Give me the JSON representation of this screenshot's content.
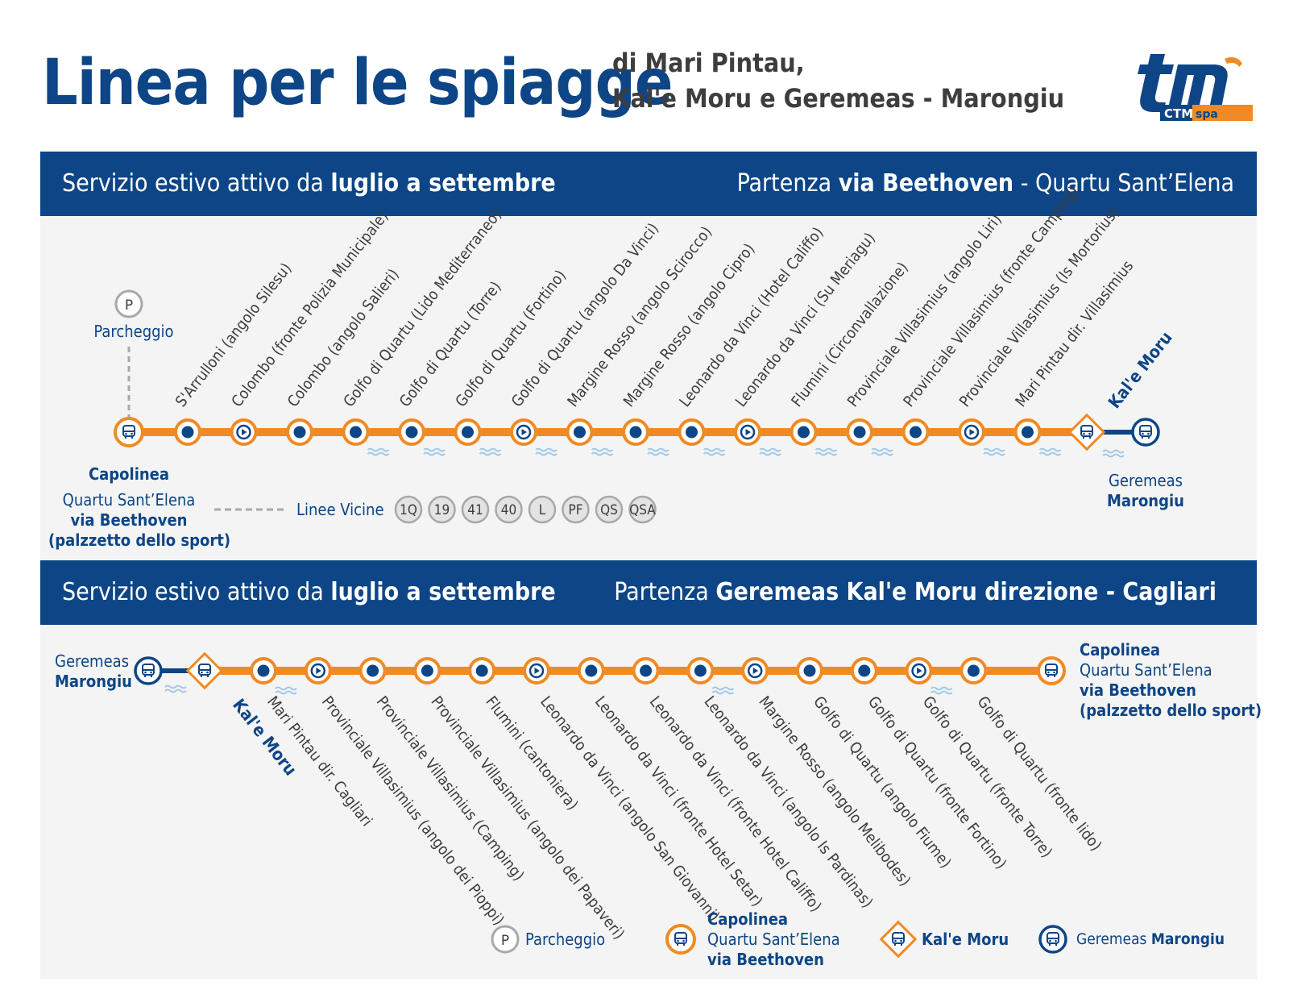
{
  "header": {
    "title": "Linea per le spiagge",
    "subtitle_line1": "di Mari Pintau,",
    "subtitle_line2": "Kal'e Moru e Geremeas - Marongiu",
    "logo": {
      "mark": "tm",
      "brand": "CTM",
      "suffix": "spa"
    }
  },
  "section1": {
    "band_left_prefix": "Servizio estivo attivo da ",
    "band_left_bold": "luglio a settembre",
    "band_right_prefix": "Partenza ",
    "band_right_bold": "via Beethoven",
    "band_right_suffix": " - Quartu Sant’Elena",
    "parking_letter": "P",
    "parking_label": "Parcheggio",
    "start_title": "Capolinea",
    "start_line1": "Quartu Sant’Elena",
    "start_line2": "via Beethoven",
    "start_line3": "(palzzetto dello sport)",
    "end_line1": "Geremeas",
    "end_line2": "Marongiu",
    "kal_label": "Kal'e Moru",
    "nearby_label": "Linee Vicine",
    "nearby_lines": [
      "1Q",
      "19",
      "41",
      "40",
      "L",
      "PF",
      "QS",
      "QSA"
    ],
    "stops": [
      {
        "name": "S'Arrulloni (angolo Silesu)",
        "type": "dot",
        "wave": false
      },
      {
        "name": "Colombo (fronte Polizia Municipale)",
        "type": "play",
        "wave": false
      },
      {
        "name": "Colombo (angolo Salieri)",
        "type": "dot",
        "wave": false
      },
      {
        "name": "Golfo di Quartu (Lido Mediterraneo)",
        "type": "dot",
        "wave": true
      },
      {
        "name": "Golfo di Quartu (Torre)",
        "type": "dot",
        "wave": true
      },
      {
        "name": "Golfo di Quartu (Fortino)",
        "type": "dot",
        "wave": true
      },
      {
        "name": "Golfo di Quartu (angolo Da Vinci)",
        "type": "play",
        "wave": true
      },
      {
        "name": "Margine Rosso (angolo Scirocco)",
        "type": "dot",
        "wave": true
      },
      {
        "name": "Margine Rosso (angolo Cipro)",
        "type": "dot",
        "wave": true
      },
      {
        "name": "Leonardo da Vinci (Hotel Califfo)",
        "type": "dot",
        "wave": true
      },
      {
        "name": "Leonardo da Vinci (Su Meriagu)",
        "type": "play",
        "wave": true
      },
      {
        "name": "Flumini (Circonvallazione)",
        "type": "dot",
        "wave": true
      },
      {
        "name": "Provinciale Villasimius (angolo Liri)",
        "type": "dot",
        "wave": true
      },
      {
        "name": "Provinciale Villasimius (fronte Camping)",
        "type": "dot",
        "wave": false
      },
      {
        "name": "Provinciale Villasimius (Is Mortorius)",
        "type": "play",
        "wave": true
      },
      {
        "name": "Mari Pintau dir. Villasimius",
        "type": "dot",
        "wave": true
      }
    ]
  },
  "section2": {
    "band_left_prefix": "Servizio estivo attivo da ",
    "band_left_bold": "luglio a settembre",
    "band_right_prefix": "Partenza ",
    "band_right_bold": "Geremeas Kal'e Moru direzione - Cagliari",
    "start_line1": "Geremeas",
    "start_line2": "Marongiu",
    "kal_label": "Kal'e Moru",
    "end_title": "Capolinea",
    "end_line1": "Quartu Sant’Elena",
    "end_line2": "via Beethoven",
    "end_line3": "(palzzetto dello sport)",
    "stops": [
      {
        "name": "Mari Pintau dir. Cagliari",
        "type": "dot",
        "wave": true
      },
      {
        "name": "Provinciale Villasimius (angolo dei Pioppi)",
        "type": "play",
        "wave": false
      },
      {
        "name": "Provinciale Villasimius (Camping)",
        "type": "dot",
        "wave": false
      },
      {
        "name": "Provinciale Villasimius (angolo dei Papaveri)",
        "type": "dot",
        "wave": false
      },
      {
        "name": "Flumini (cantoniera)",
        "type": "dot",
        "wave": false
      },
      {
        "name": "Leonardo da Vinci (angolo San Giovanni)",
        "type": "play",
        "wave": false
      },
      {
        "name": "Leonardo da Vinci (fronte Hotel Setar)",
        "type": "dot",
        "wave": false
      },
      {
        "name": "Leonardo da Vinci (fronte Hotel Califfo)",
        "type": "dot",
        "wave": false
      },
      {
        "name": "Leonardo da Vinci (angolo Is Pardinas)",
        "type": "dot",
        "wave": true
      },
      {
        "name": "Margine Rosso (angolo Melibodes)",
        "type": "play",
        "wave": false
      },
      {
        "name": "Golfo di Quartu (angolo Fiume)",
        "type": "dot",
        "wave": false
      },
      {
        "name": "Golfo di Quartu (fronte Fortino)",
        "type": "dot",
        "wave": false
      },
      {
        "name": "Golfo di Quartu (fronte Torre)",
        "type": "play",
        "wave": true
      },
      {
        "name": "Golfo di Quartu (fronte lido)",
        "type": "dot",
        "wave": false
      }
    ]
  },
  "legend": {
    "parking_letter": "P",
    "parking_label": "Parcheggio",
    "capolinea_title": "Capolinea",
    "capolinea_line1": "Quartu Sant’Elena",
    "capolinea_line2": "via Beethoven",
    "kal_label": "Kal'e Moru",
    "geremeas_prefix": "Geremeas ",
    "geremeas_bold": "Marongiu"
  },
  "colors": {
    "navy": "#0d4586",
    "orange": "#f08a24",
    "text_gray": "#3d3d3d",
    "panel_bg": "#f4f4f4",
    "wave": "#9fc7e8",
    "badge_border": "#a6a9ac"
  }
}
